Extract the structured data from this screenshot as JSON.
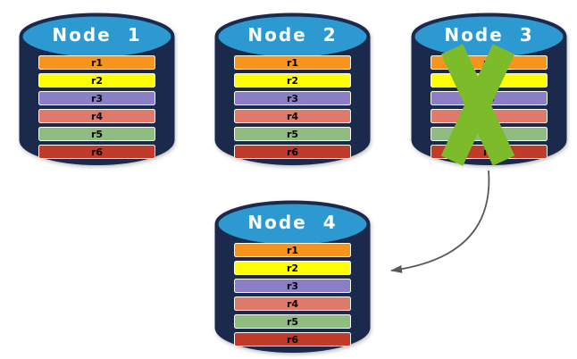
{
  "diagram": {
    "type": "database-replication-failover",
    "nodes": [
      {
        "label": "Node 1",
        "failed": false
      },
      {
        "label": "Node 2",
        "failed": false
      },
      {
        "label": "Node 3",
        "failed": true
      },
      {
        "label": "Node 4",
        "failed": false
      }
    ],
    "records": [
      {
        "label": "r1",
        "color": "#F7941D"
      },
      {
        "label": "r2",
        "color": "#FFFF00"
      },
      {
        "label": "r3",
        "color": "#8A7EC6"
      },
      {
        "label": "r4",
        "color": "#DF7A6A"
      },
      {
        "label": "r5",
        "color": "#8FBC80"
      },
      {
        "label": "r6",
        "color": "#C13B2B"
      }
    ],
    "arrow": {
      "from_node": "Node 3",
      "to_node": "Node 4"
    },
    "colors": {
      "cylinder_body": "#1B2A4C",
      "cylinder_top": "#2D99D1",
      "node_label_text": "#FFFFFF",
      "record_border": "#FFFFFF",
      "record_text": "#000000",
      "failure_x": "#7CBB2A",
      "arrow": "#595959"
    }
  }
}
